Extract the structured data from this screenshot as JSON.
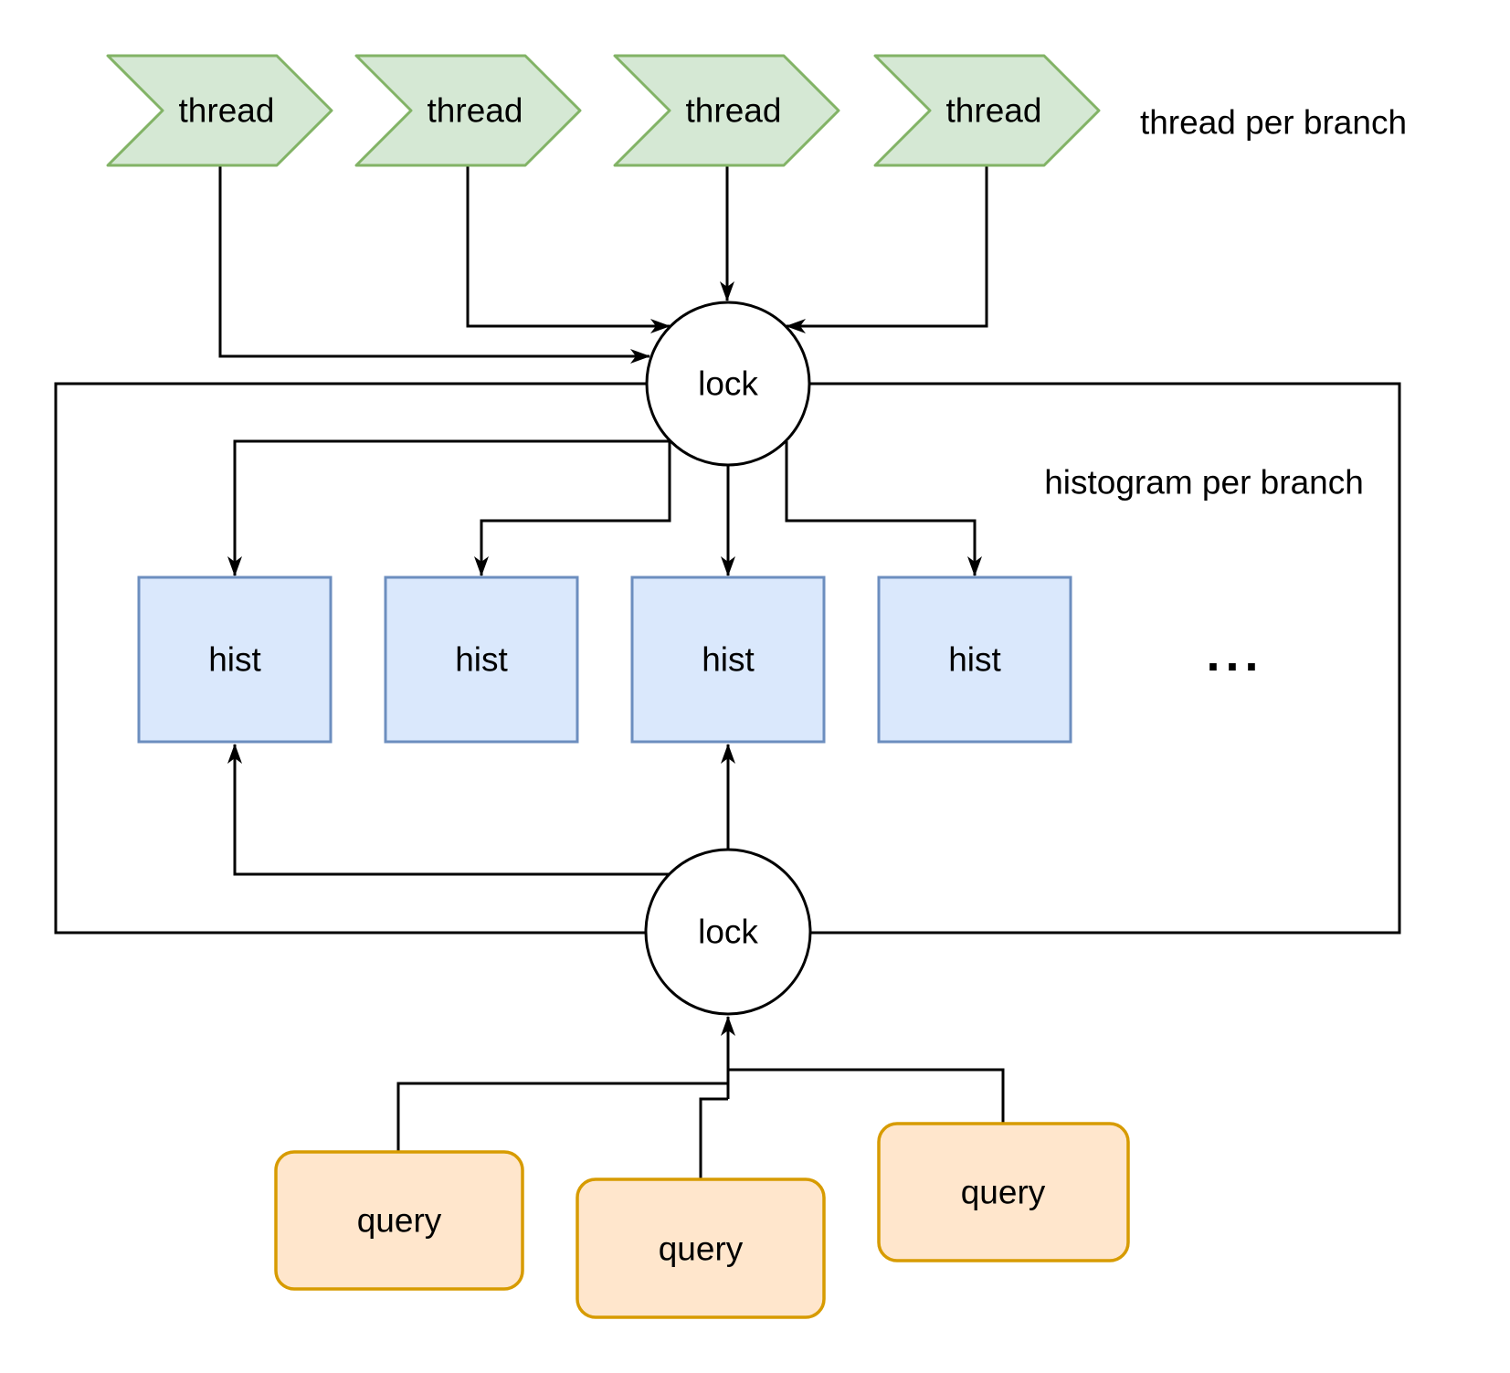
{
  "diagram": {
    "annotations": {
      "thread_per_branch": "thread per branch",
      "histogram_per_branch": "histogram per branch",
      "ellipsis": "..."
    },
    "threads": [
      {
        "label": "thread"
      },
      {
        "label": "thread"
      },
      {
        "label": "thread"
      },
      {
        "label": "thread"
      }
    ],
    "locks": {
      "top": {
        "label": "lock"
      },
      "bottom": {
        "label": "lock"
      }
    },
    "hists": [
      {
        "label": "hist"
      },
      {
        "label": "hist"
      },
      {
        "label": "hist"
      },
      {
        "label": "hist"
      }
    ],
    "queries": [
      {
        "label": "query"
      },
      {
        "label": "query"
      },
      {
        "label": "query"
      }
    ],
    "colors": {
      "background": "#ffffff",
      "line": "#000000",
      "thread_fill": "#d5e8d4",
      "thread_stroke": "#82b366",
      "hist_fill": "#dae8fc",
      "hist_stroke": "#6c8ebf",
      "query_fill": "#ffe6cc",
      "query_stroke": "#d79b00"
    }
  }
}
